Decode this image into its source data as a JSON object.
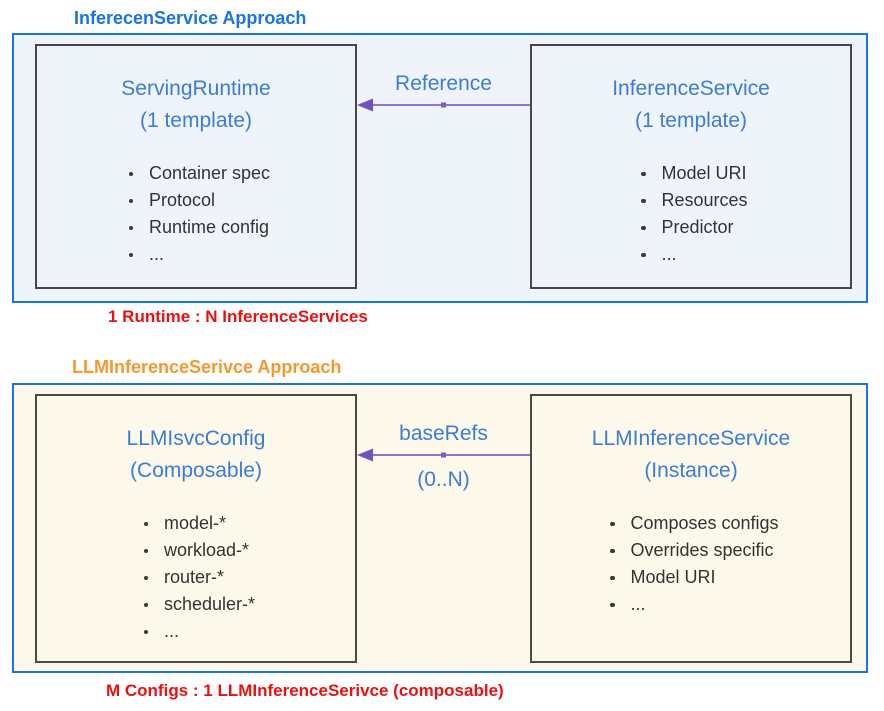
{
  "colors": {
    "blue_accent": "#1a73e8",
    "heading_blue": "#3b7cd8",
    "orange_title": "#f5992e",
    "caption_red": "#ea1111",
    "arrow_purple": "#7a5cc8",
    "card_border_dark": "#45474d",
    "section1_bg": "#eff4fb",
    "section2_bg": "#fcf9ea",
    "body_text": "#333333"
  },
  "sections": [
    {
      "title": "InferecenService Approach",
      "left_card": {
        "heading": "ServingRuntime",
        "subheading": "(1 template)",
        "bullets": [
          "Container spec",
          "Protocol",
          "Runtime config",
          "..."
        ]
      },
      "right_card": {
        "heading": "InferenceService",
        "subheading": "(1 template)",
        "bullets": [
          "Model URI",
          "Resources",
          "Predictor",
          "..."
        ]
      },
      "arrow": {
        "label": "Reference",
        "sublabel": "",
        "direction": "right-to-left"
      },
      "caption": "1 Runtime : N InferenceServices"
    },
    {
      "title": "LLMInferenceSerivce Approach",
      "left_card": {
        "heading": "LLMIsvcConfig",
        "subheading": "(Composable)",
        "bullets": [
          "model-*",
          "workload-*",
          "router-*",
          "scheduler-*",
          "..."
        ]
      },
      "right_card": {
        "heading": "LLMInferenceService",
        "subheading": "(Instance)",
        "bullets": [
          "Composes configs",
          "Overrides specific",
          "Model URI",
          "..."
        ]
      },
      "arrow": {
        "label": "baseRefs",
        "sublabel": "(0..N)",
        "direction": "right-to-left"
      },
      "caption": "M Configs : 1 LLMInferenceSerivce (composable)"
    }
  ]
}
